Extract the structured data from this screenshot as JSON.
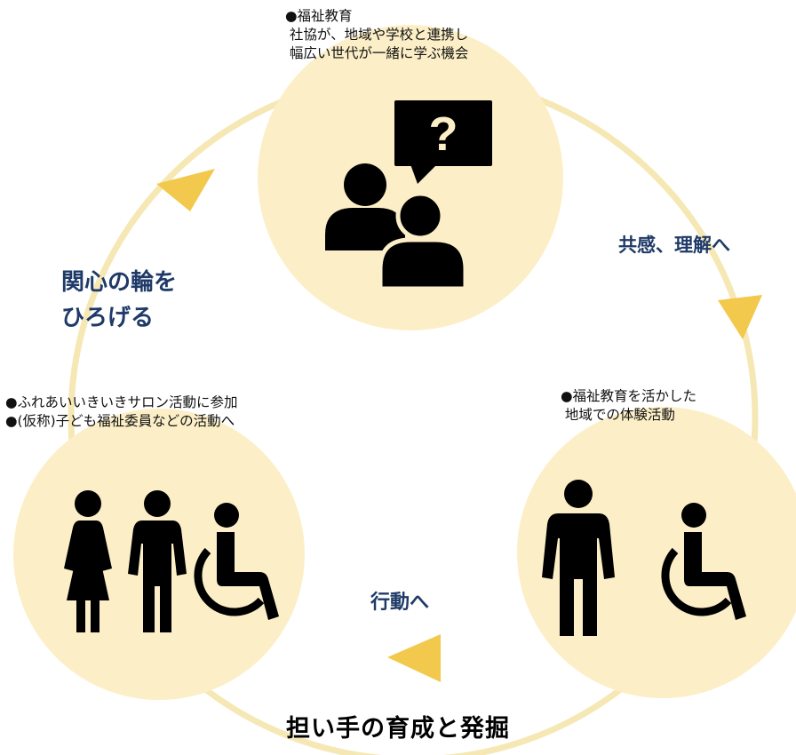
{
  "colors": {
    "circle_fill": "#fcefc7",
    "cycle_line": "#f6e8b4",
    "arrow": "#f2c94c",
    "text": "#111111",
    "accent_text": "#1f3a68",
    "icon": "#000000"
  },
  "nodes": {
    "top": {
      "text": "●福祉教育\n 社協が、地域や学校と連携し\n 幅広い世代が一緒に学ぶ機会",
      "icon": "two-people-talking-question-icon"
    },
    "right": {
      "text": "●福祉教育を活かした\n 地域での体験活動",
      "icon": "person-and-wheelchair-user-icon"
    },
    "left": {
      "text": "●ふれあいいきいきサロン活動に参加\n●(仮称)子ども福祉委員などの活動へ",
      "icon": "woman-man-wheelchair-user-icon"
    }
  },
  "transitions": {
    "top_to_right": "共感、理解へ",
    "right_to_left": "行動へ",
    "left_to_top": "関心の輪を\nひろげる"
  },
  "caption": "担い手の育成と発掘"
}
